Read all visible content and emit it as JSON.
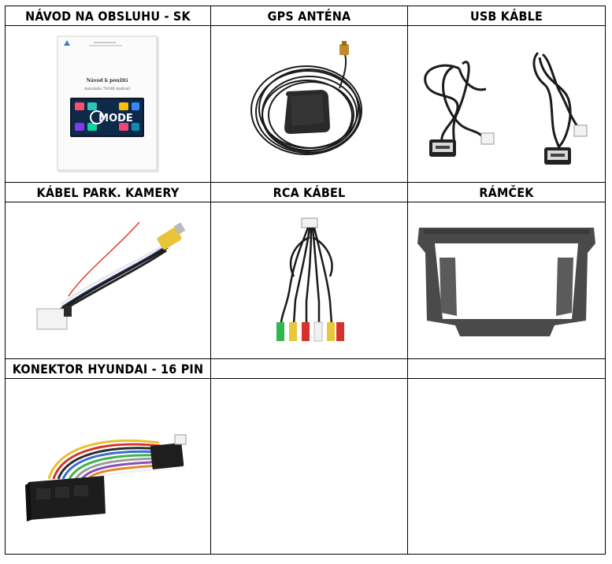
{
  "items": [
    {
      "title": "NÁVOD NA OBSLUHU - SK",
      "image": "manual-booklet",
      "manual": {
        "heading": "Návod k použití",
        "subheading": "Autorádio 7010B Android",
        "screen_brand": "MODE"
      }
    },
    {
      "title": "GPS ANTÉNA",
      "image": "gps-antenna"
    },
    {
      "title": "USB KÁBLE",
      "image": "usb-cables"
    },
    {
      "title": "KÁBEL PARK. KAMERY",
      "image": "parking-camera-cable"
    },
    {
      "title": "RCA KÁBEL",
      "image": "rca-cable"
    },
    {
      "title": "RÁMČEK",
      "image": "dash-frame"
    },
    {
      "title": "KONEKTOR HYUNDAI - 16 PIN",
      "image": "hyundai-16pin-connector"
    },
    {
      "title": "",
      "image": ""
    },
    {
      "title": "",
      "image": ""
    }
  ]
}
